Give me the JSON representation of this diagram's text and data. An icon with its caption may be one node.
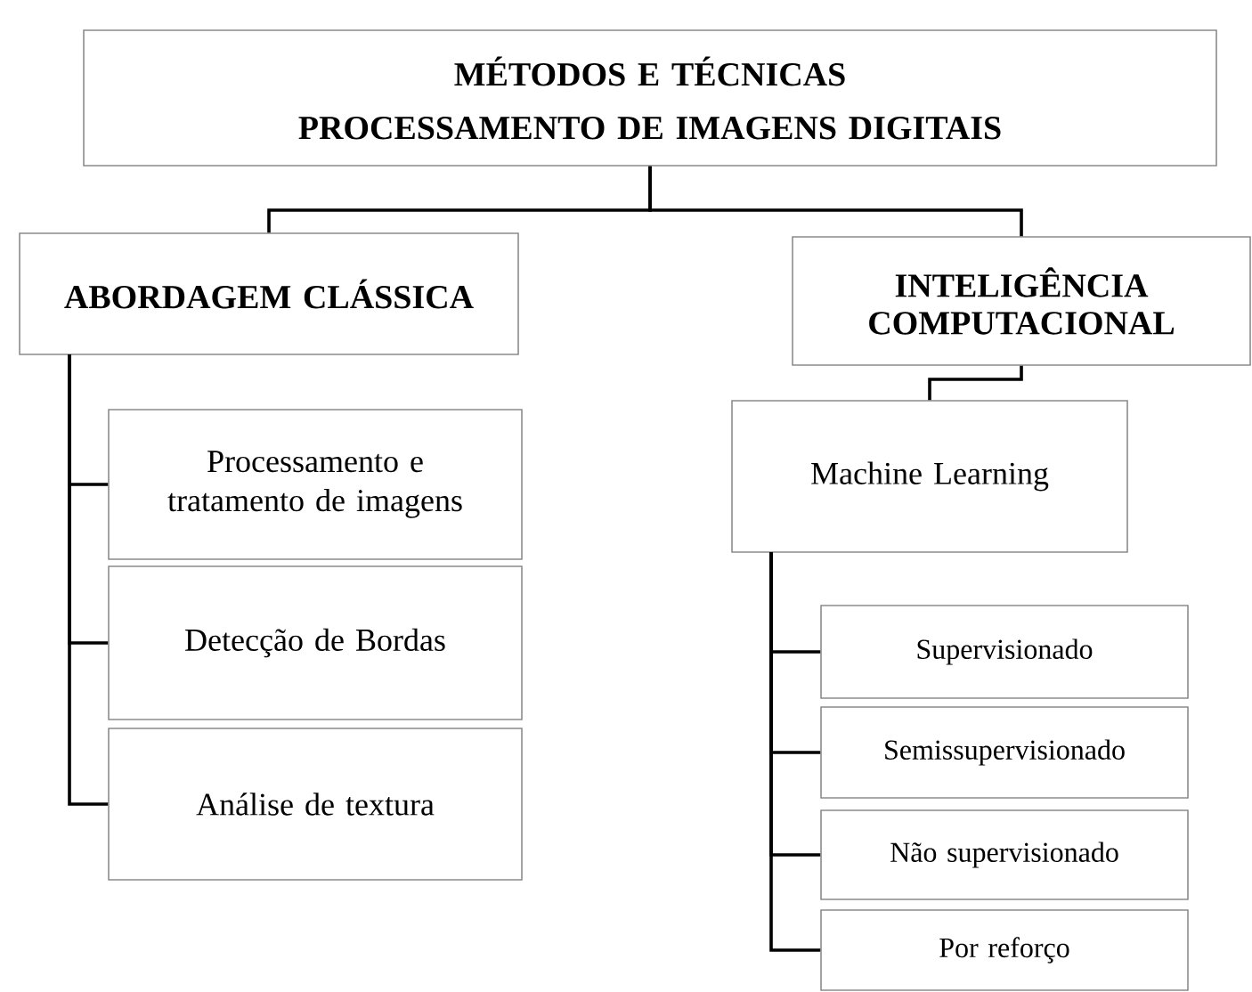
{
  "diagram": {
    "nodes": [
      {
        "text": [
          "MÉTODOS E TÉCNICAS",
          "PROCESSAMENTO DE IMAGENS DIGITAIS"
        ]
      },
      {
        "text": [
          "ABORDAGEM CLÁSSICA"
        ]
      },
      {
        "text": [
          "INTELIGÊNCIA COMPUTACIONAL"
        ]
      },
      {
        "text": [
          "Processamento e tratamento de imagens"
        ]
      },
      {
        "text": [
          "Detecção de Bordas"
        ]
      },
      {
        "text": [
          "Análise de textura"
        ]
      },
      {
        "text": [
          "Machine Learning"
        ]
      },
      {
        "text": [
          "Supervisionado"
        ]
      },
      {
        "text": [
          "Semissupervisionado"
        ]
      },
      {
        "text": [
          "Não supervisionado"
        ]
      },
      {
        "text": [
          "Por reforço"
        ]
      }
    ],
    "edges": [
      {
        "from": 0,
        "to": 1,
        "arrow": "none"
      },
      {
        "from": 0,
        "to": 2,
        "arrow": "none"
      },
      {
        "from": 1,
        "to": 3,
        "arrow": "none"
      },
      {
        "from": 1,
        "to": 4,
        "arrow": "none"
      },
      {
        "from": 1,
        "to": 5,
        "arrow": "none"
      },
      {
        "from": 2,
        "to": 6,
        "arrow": "none"
      },
      {
        "from": 6,
        "to": 7,
        "arrow": "none"
      },
      {
        "from": 6,
        "to": 8,
        "arrow": "none"
      },
      {
        "from": 6,
        "to": 9,
        "arrow": "none"
      },
      {
        "from": 6,
        "to": 10,
        "arrow": "none"
      }
    ]
  }
}
